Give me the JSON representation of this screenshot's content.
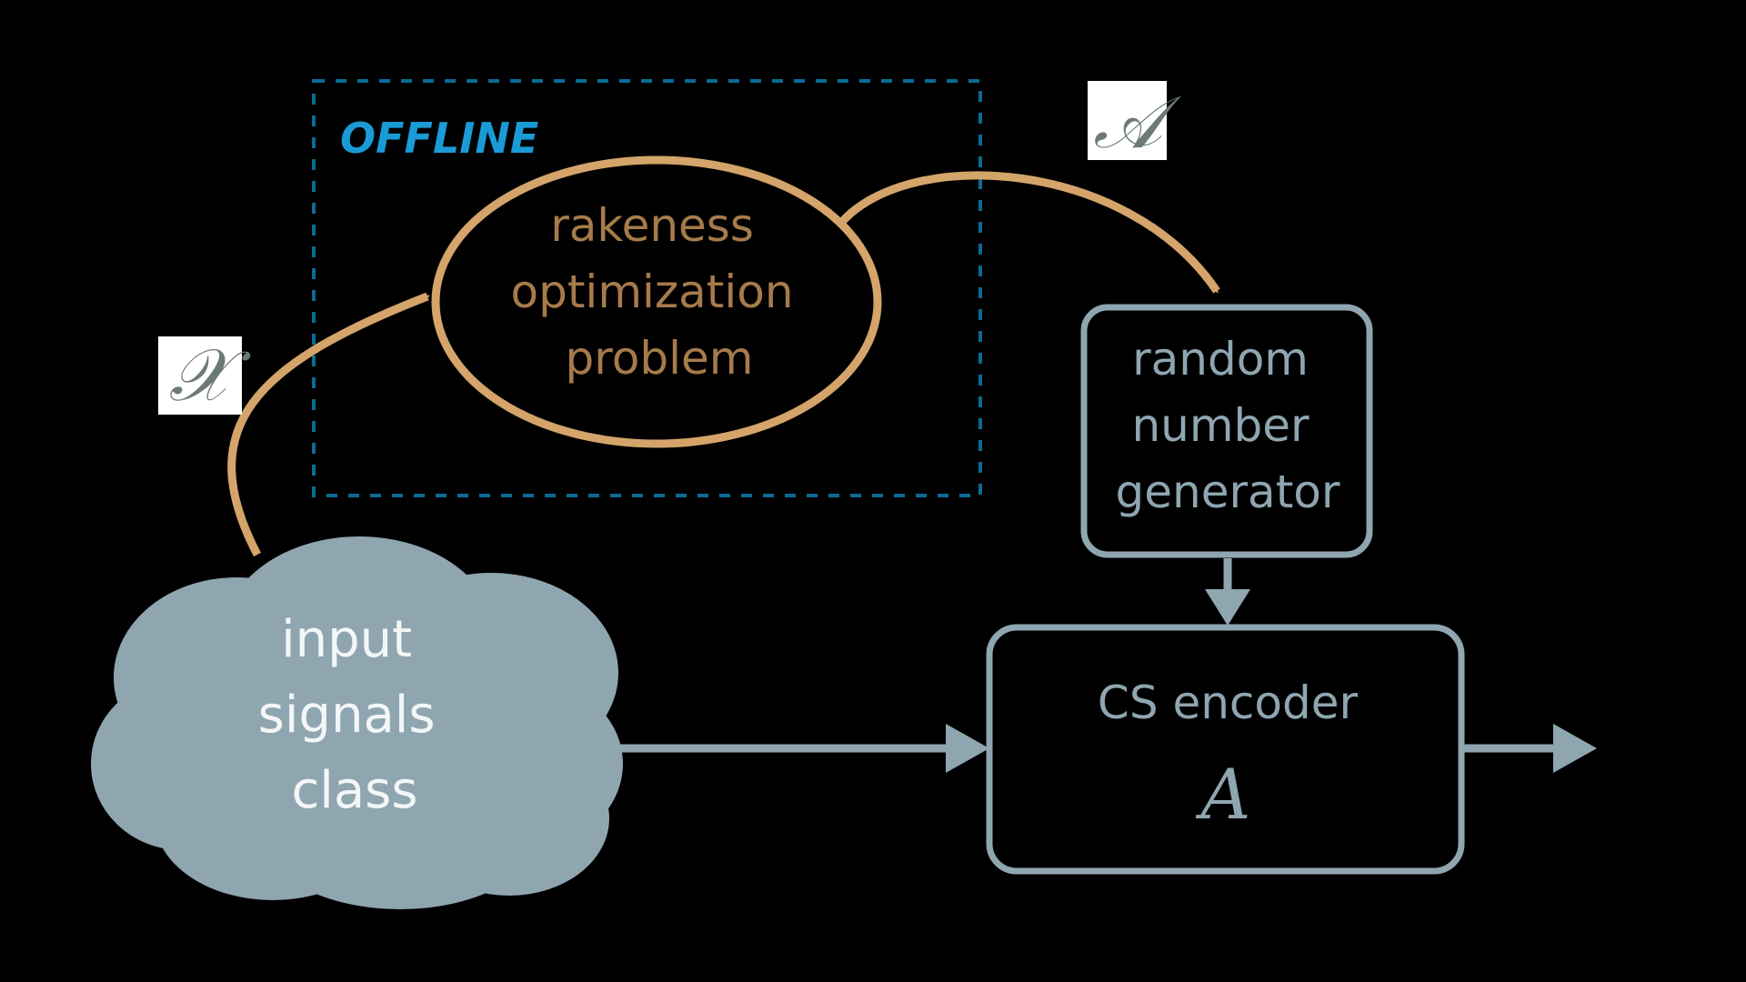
{
  "offline_box": {
    "label": "OFFLINE"
  },
  "optimization": {
    "lines": [
      "rakeness",
      "optimization",
      "problem"
    ]
  },
  "labels": {
    "input_set_symbol": "𝒳",
    "matrix_set_symbol": "𝒜"
  },
  "rng": {
    "lines": [
      "random",
      "number",
      "generator"
    ]
  },
  "encoder": {
    "title": "CS encoder",
    "symbol": "A"
  },
  "source": {
    "lines": [
      "input",
      "signals",
      "class"
    ]
  },
  "colors": {
    "background": "#000000",
    "offline_accent": "#1a9ad6",
    "offline_dash": "#0a6b94",
    "optimization_stroke": "#d4a46a",
    "optimization_text": "#a67b4b",
    "block_stroke": "#8fa6b1",
    "cloud_fill": "#8fa6b1"
  }
}
